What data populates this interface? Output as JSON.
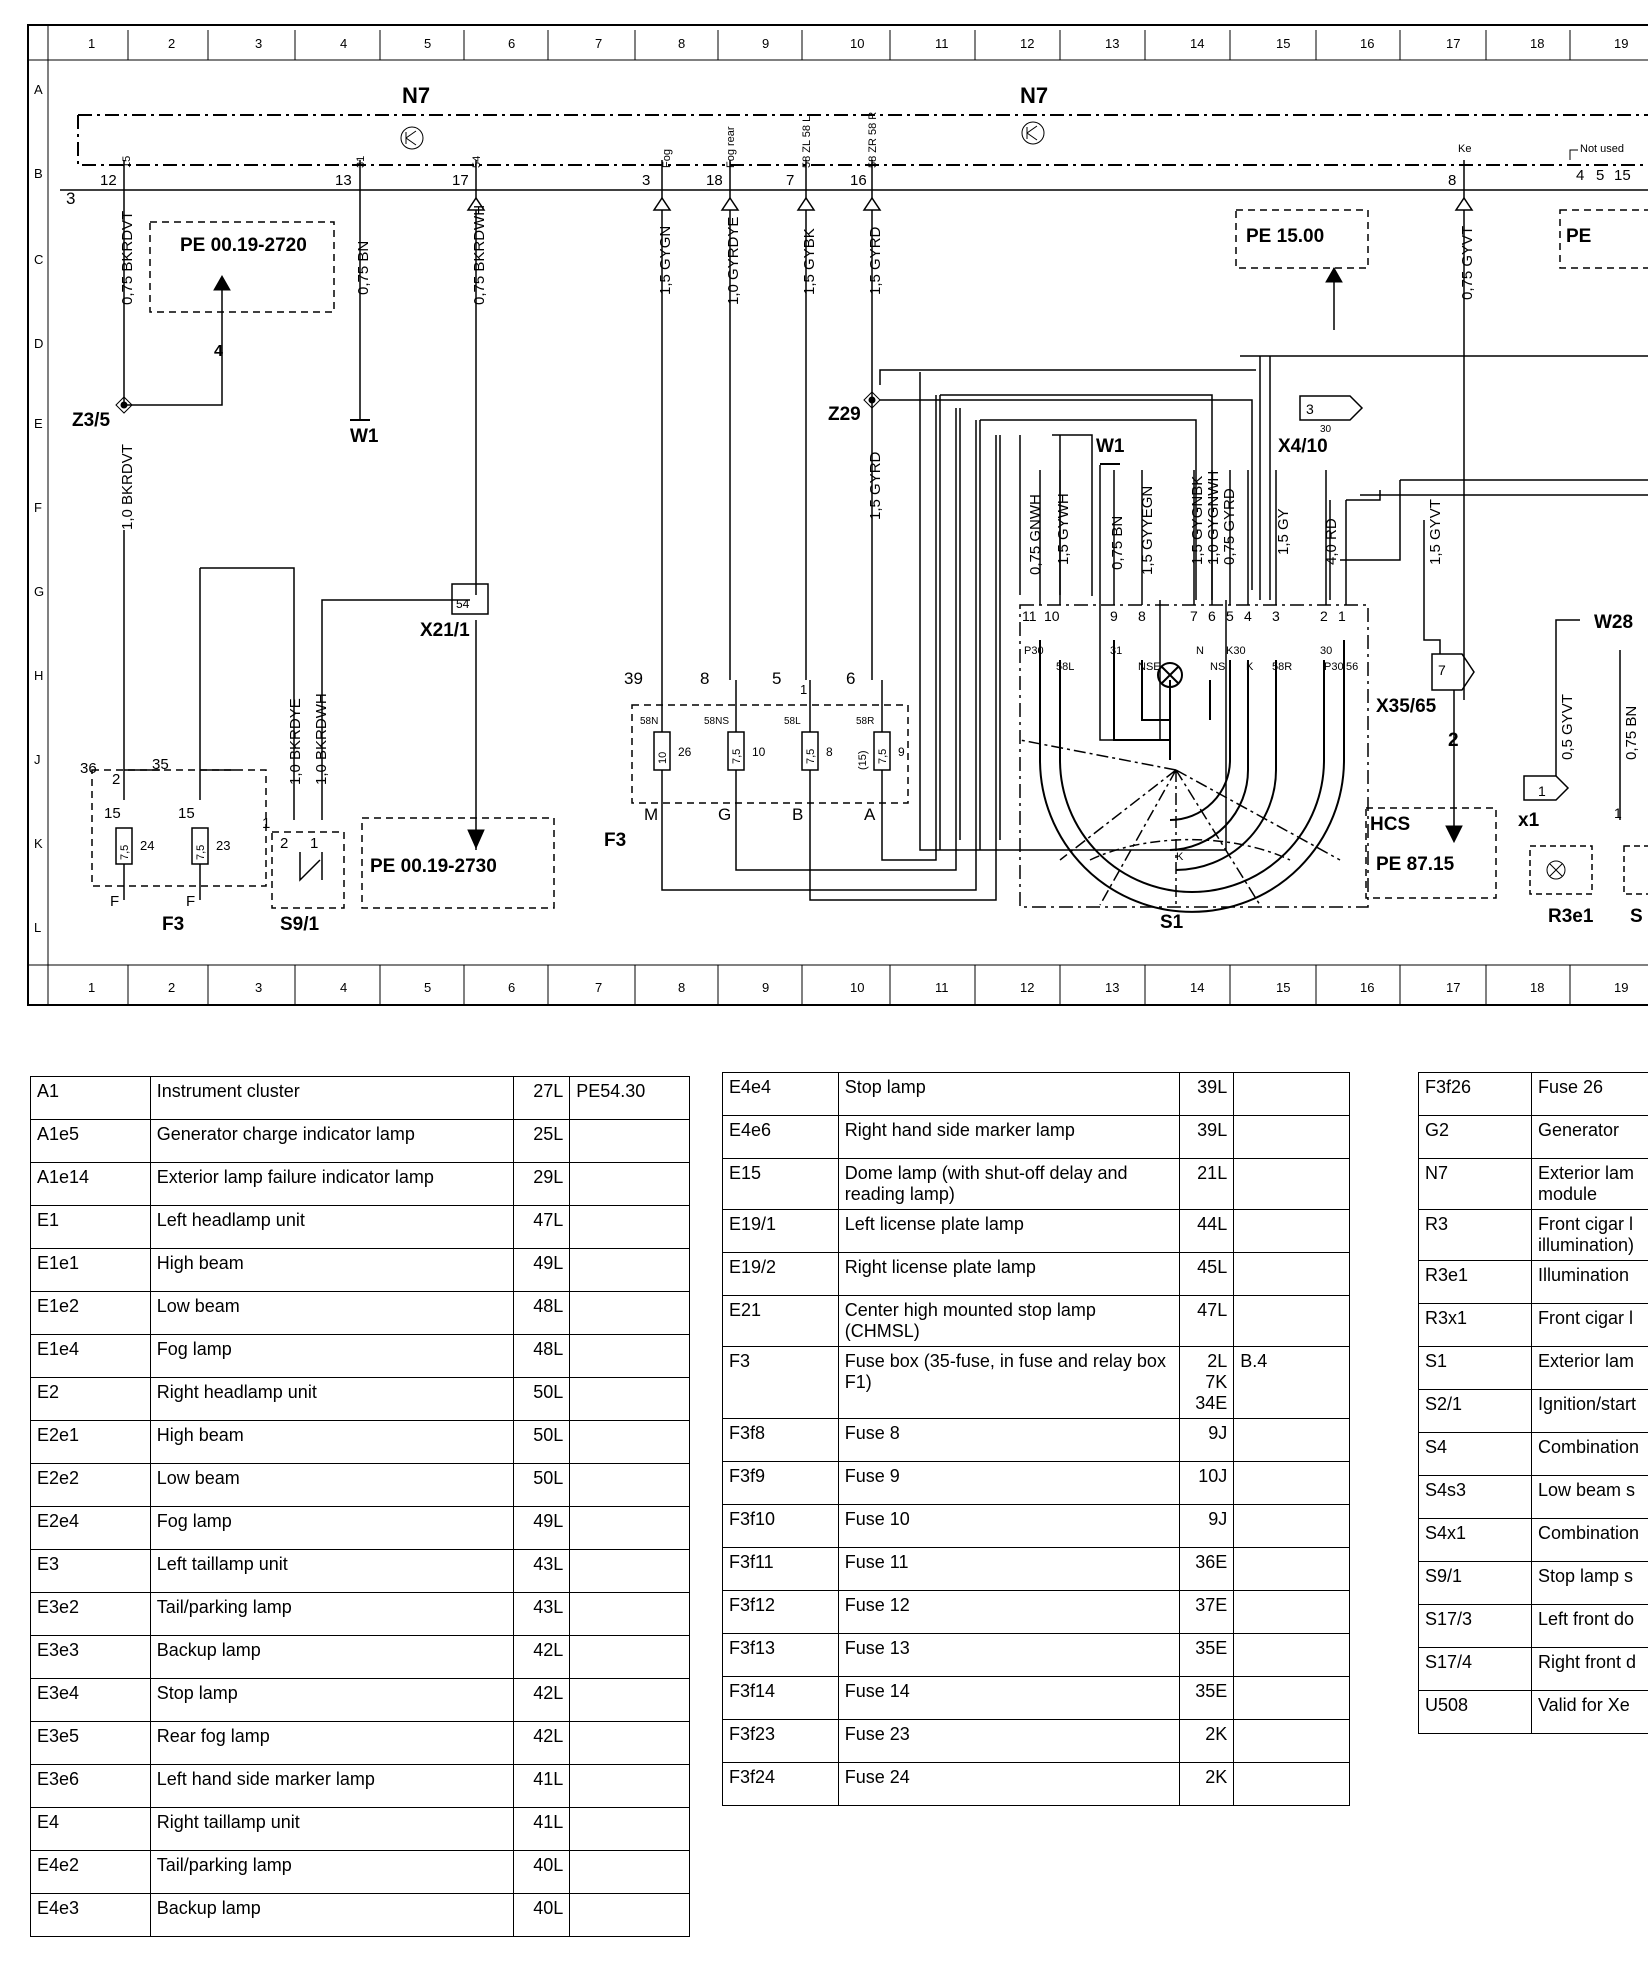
{
  "diagram": {
    "columns_top": [
      "1",
      "2",
      "3",
      "4",
      "5",
      "6",
      "7",
      "8",
      "9",
      "10",
      "11",
      "12",
      "13",
      "14",
      "15",
      "16",
      "17",
      "18",
      "19"
    ],
    "columns_bottom": [
      "1",
      "2",
      "3",
      "4",
      "5",
      "6",
      "7",
      "8",
      "9",
      "10",
      "11",
      "12",
      "13",
      "14",
      "15",
      "16",
      "17",
      "18",
      "19"
    ],
    "rows": [
      "A",
      "B",
      "C",
      "D",
      "E",
      "F",
      "G",
      "H",
      "J",
      "K",
      "L"
    ],
    "modules": {
      "n7_left": "N7",
      "n7_right": "N7"
    },
    "pins": {
      "p12": "12",
      "p13": "13",
      "p17": "17",
      "p3": "3",
      "p18": "18",
      "p7": "7",
      "p16": "16",
      "p8": "8",
      "side3": "3",
      "t15": "15",
      "t31": "31",
      "t54": "54",
      "tfog": "Fog",
      "tfogrear": "Fog rear",
      "t58zl": "58 ZL 58 L",
      "t58zr": "58 ZR 58 R",
      "tke": "Ke",
      "not_used": "Not used",
      "nu4": "4",
      "nu5": "5",
      "nu15": "15"
    },
    "references": {
      "pe1": "PE 00.19-2720",
      "pe2": "PE 00.19-2730",
      "pe3": "PE 15.00",
      "pe4": "PE",
      "pe5": "PE 87.15",
      "hcs": "HCS"
    },
    "wires": {
      "w1": "0,75 BKRDVT",
      "w2": "0,75 BN",
      "w3": "0,75 BKRDWH",
      "w4": "1,5 GYGN",
      "w5": "1,0 GYRDYE",
      "w6": "1,5 GYBK",
      "w7": "1,5 GYRD",
      "w8": "0,75 GYVT",
      "w9": "1,0 BKRDVT",
      "w10": "1,5 GYRD",
      "w11": "1,0 BKRDYE",
      "w12": "1,0 BKRDWH",
      "w13": "0,75 GNWH",
      "w14": "1,5 GYWH",
      "w15": "0,75 BN",
      "w16": "1,5 GYYEGN",
      "w17": "1,5 GYGNBK",
      "w18": "1,0 GYGNWH",
      "w19": "0,75 GYRD",
      "w20": "1,5 GY",
      "w21": "4,0 RD",
      "w22": "1,5 GYVT",
      "w23": "0,5 GYVT",
      "w24": "0,75 BN"
    },
    "components": {
      "z35": "Z3/5",
      "w1a": "W1",
      "w1b": "W1",
      "z29": "Z29",
      "x21": "X21/1",
      "x21pin": "54",
      "x410": "X4/10",
      "x410pin": "3",
      "x410pin30": "30",
      "x3565": "X35/65",
      "x3565pin": "7",
      "x3565out": "2",
      "f3a": "F3",
      "f3b": "F3",
      "s91": "S9/1",
      "s1": "S1",
      "w28": "W28",
      "x1": "x1",
      "r3e1": "R3e1",
      "s_cut": "S",
      "n4": "4"
    },
    "fuse_left": {
      "c36": "36",
      "c35": "35",
      "p15a": "15",
      "p15b": "15",
      "p2": "2",
      "f24": "7,5",
      "n24": "24",
      "f23": "7,5",
      "n23": "23",
      "fa": "F",
      "fb": "F"
    },
    "s91_pins": {
      "a": "1",
      "b": "2",
      "c": "1"
    },
    "fuse_mid": {
      "c39": "39",
      "c8": "8",
      "c5": "5",
      "c6": "6",
      "c1": "1",
      "l58n": "58N",
      "l58ns": "58NS",
      "l58l": "58L",
      "l58r": "58R",
      "v26": "10",
      "n26": "26",
      "v10": "7,5",
      "n10": "10",
      "v8": "7,5",
      "n8": "8",
      "v9": "7,5",
      "n9": "9",
      "n15": "(15)",
      "bm": "M",
      "bg": "G",
      "bb": "B",
      "ba": "A"
    },
    "s1_pins": {
      "p11": "11",
      "p10": "10",
      "p9": "9",
      "p8": "8",
      "p7": "7",
      "p6": "6",
      "p5": "5",
      "p4": "4",
      "p3": "3",
      "p2": "2",
      "p1": "1",
      "lp30": "P30",
      "l58l": "58L",
      "l31": "31",
      "lnse": "NSE",
      "ln": "N",
      "lns": "NS",
      "lk30": "K30",
      "lk": "K",
      "l58r": "58R",
      "l30": "30",
      "lp30b": "P30",
      "l56": "56",
      "k": "K"
    },
    "x1_pin": "1",
    "x1_pin2": "1"
  },
  "legend_1": [
    {
      "code": "A1",
      "desc": "Instrument cluster",
      "loc": "27L",
      "ref": "PE54.30"
    },
    {
      "code": "A1e5",
      "desc": "Generator charge indicator lamp",
      "loc": "25L",
      "ref": ""
    },
    {
      "code": "A1e14",
      "desc": "Exterior lamp failure indicator lamp",
      "loc": "29L",
      "ref": ""
    },
    {
      "code": "E1",
      "desc": "Left headlamp unit",
      "loc": "47L",
      "ref": ""
    },
    {
      "code": "E1e1",
      "desc": "High beam",
      "loc": "49L",
      "ref": ""
    },
    {
      "code": "E1e2",
      "desc": "Low beam",
      "loc": "48L",
      "ref": ""
    },
    {
      "code": "E1e4",
      "desc": "Fog lamp",
      "loc": "48L",
      "ref": ""
    },
    {
      "code": "E2",
      "desc": "Right headlamp unit",
      "loc": "50L",
      "ref": ""
    },
    {
      "code": "E2e1",
      "desc": "High beam",
      "loc": "50L",
      "ref": ""
    },
    {
      "code": "E2e2",
      "desc": "Low beam",
      "loc": "50L",
      "ref": ""
    },
    {
      "code": "E2e4",
      "desc": "Fog lamp",
      "loc": "49L",
      "ref": ""
    },
    {
      "code": "E3",
      "desc": "Left taillamp unit",
      "loc": "43L",
      "ref": ""
    },
    {
      "code": "E3e2",
      "desc": "Tail/parking lamp",
      "loc": "43L",
      "ref": ""
    },
    {
      "code": "E3e3",
      "desc": "Backup lamp",
      "loc": "42L",
      "ref": ""
    },
    {
      "code": "E3e4",
      "desc": "Stop lamp",
      "loc": "42L",
      "ref": ""
    },
    {
      "code": "E3e5",
      "desc": "Rear fog lamp",
      "loc": "42L",
      "ref": ""
    },
    {
      "code": "E3e6",
      "desc": "Left hand side marker lamp",
      "loc": "41L",
      "ref": ""
    },
    {
      "code": "E4",
      "desc": "Right taillamp unit",
      "loc": "41L",
      "ref": ""
    },
    {
      "code": "E4e2",
      "desc": "Tail/parking lamp",
      "loc": "40L",
      "ref": ""
    },
    {
      "code": "E4e3",
      "desc": "Backup lamp",
      "loc": "40L",
      "ref": ""
    }
  ],
  "legend_2": [
    {
      "code": "E4e4",
      "desc": "Stop lamp",
      "loc": "39L",
      "ref": ""
    },
    {
      "code": "E4e6",
      "desc": "Right hand side marker lamp",
      "loc": "39L",
      "ref": ""
    },
    {
      "code": "E15",
      "desc": "Dome lamp (with shut-off delay and reading lamp)",
      "loc": "21L",
      "ref": ""
    },
    {
      "code": "E19/1",
      "desc": "Left license plate lamp",
      "loc": "44L",
      "ref": ""
    },
    {
      "code": "E19/2",
      "desc": "Right license plate lamp",
      "loc": "45L",
      "ref": ""
    },
    {
      "code": "E21",
      "desc": "Center high mounted stop lamp (CHMSL)",
      "loc": "47L",
      "ref": ""
    },
    {
      "code": "F3",
      "desc": "Fuse box (35-fuse, in fuse and relay box F1)",
      "loc": "2L\n7K\n34E",
      "ref": "B.4"
    },
    {
      "code": "F3f8",
      "desc": "Fuse 8",
      "loc": "9J",
      "ref": ""
    },
    {
      "code": "F3f9",
      "desc": "Fuse 9",
      "loc": "10J",
      "ref": ""
    },
    {
      "code": "F3f10",
      "desc": "Fuse 10",
      "loc": "9J",
      "ref": ""
    },
    {
      "code": "F3f11",
      "desc": "Fuse 11",
      "loc": "36E",
      "ref": ""
    },
    {
      "code": "F3f12",
      "desc": "Fuse 12",
      "loc": "37E",
      "ref": ""
    },
    {
      "code": "F3f13",
      "desc": "Fuse 13",
      "loc": "35E",
      "ref": ""
    },
    {
      "code": "F3f14",
      "desc": "Fuse 14",
      "loc": "35E",
      "ref": ""
    },
    {
      "code": "F3f23",
      "desc": "Fuse 23",
      "loc": "2K",
      "ref": ""
    },
    {
      "code": "F3f24",
      "desc": "Fuse 24",
      "loc": "2K",
      "ref": ""
    }
  ],
  "legend_3": [
    {
      "code": "F3f26",
      "desc": "Fuse 26"
    },
    {
      "code": "G2",
      "desc": "Generator"
    },
    {
      "code": "N7",
      "desc": "Exterior lam module"
    },
    {
      "code": "R3",
      "desc": "Front cigar l illumination)"
    },
    {
      "code": "R3e1",
      "desc": "Illumination"
    },
    {
      "code": "R3x1",
      "desc": "Front cigar l"
    },
    {
      "code": "S1",
      "desc": "Exterior lam"
    },
    {
      "code": "S2/1",
      "desc": "Ignition/start"
    },
    {
      "code": "S4",
      "desc": "Combination"
    },
    {
      "code": "S4s3",
      "desc": "Low beam s"
    },
    {
      "code": "S4x1",
      "desc": "Combination"
    },
    {
      "code": "S9/1",
      "desc": "Stop lamp s"
    },
    {
      "code": "S17/3",
      "desc": "Left front do"
    },
    {
      "code": "S17/4",
      "desc": "Right front d"
    },
    {
      "code": "U508",
      "desc": "Valid for Xe"
    }
  ]
}
